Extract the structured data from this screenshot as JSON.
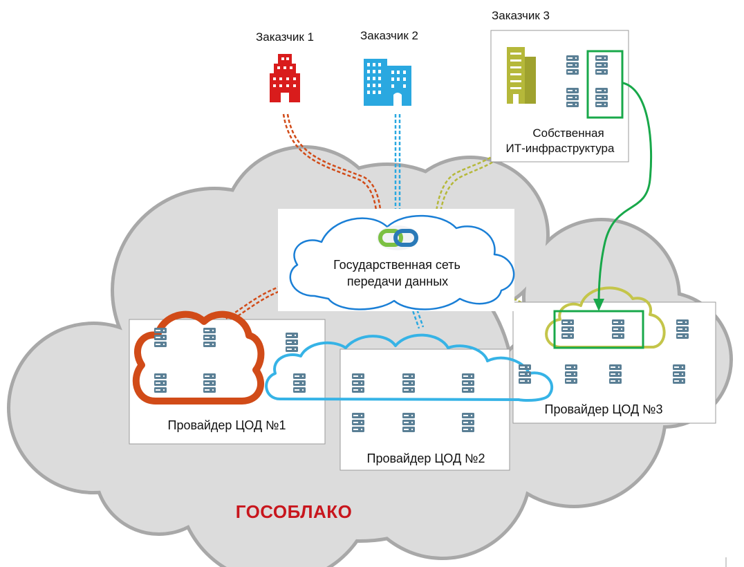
{
  "customers": [
    {
      "label": "Заказчик 1",
      "color": "#d91c1c"
    },
    {
      "label": "Заказчик 2",
      "color": "#2aa8e0"
    },
    {
      "label": "Заказчик 3",
      "color": "#b5b83a"
    }
  ],
  "own_infrastructure": {
    "line1": "Собственная",
    "line2": "ИТ-инфраструктура"
  },
  "gov_network": {
    "line1": "Государственная сеть",
    "line2": "передачи данных"
  },
  "providers": [
    {
      "label": "Провайдер ЦОД №1",
      "cloud_color": "#d14b18"
    },
    {
      "label": "Провайдер ЦОД №2",
      "cloud_color": "#36b3e6"
    },
    {
      "label": "Провайдер ЦОД №3",
      "cloud_color": "#c4c54a"
    }
  ],
  "big_cloud_label": "ГОСОБЛАКО",
  "colors": {
    "big_cloud_fill": "#dcdcdc",
    "big_cloud_edge": "#a8a8a8",
    "gov_cloud_edge": "#1a7fd6",
    "migration_arrow": "#18a84a",
    "server_icon": "#5a7f95"
  }
}
